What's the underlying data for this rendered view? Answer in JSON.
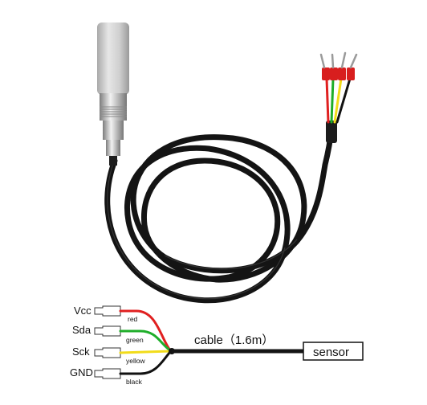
{
  "diagram": {
    "pins": [
      {
        "name": "Vcc",
        "wire": "red",
        "color": "#e02020"
      },
      {
        "name": "Sda",
        "wire": "green",
        "color": "#1fae2a"
      },
      {
        "name": "Sck",
        "wire": "yellow",
        "color": "#f2dc1a"
      },
      {
        "name": "GND",
        "wire": "black",
        "color": "#111111"
      }
    ],
    "cable_label": "cable（1.6m）",
    "sensor_label": "sensor"
  },
  "colors": {
    "cable": "#141414",
    "probe": "#c9c9c9",
    "connector": "#b8b8b8",
    "ferrule": "#d81e1e"
  }
}
